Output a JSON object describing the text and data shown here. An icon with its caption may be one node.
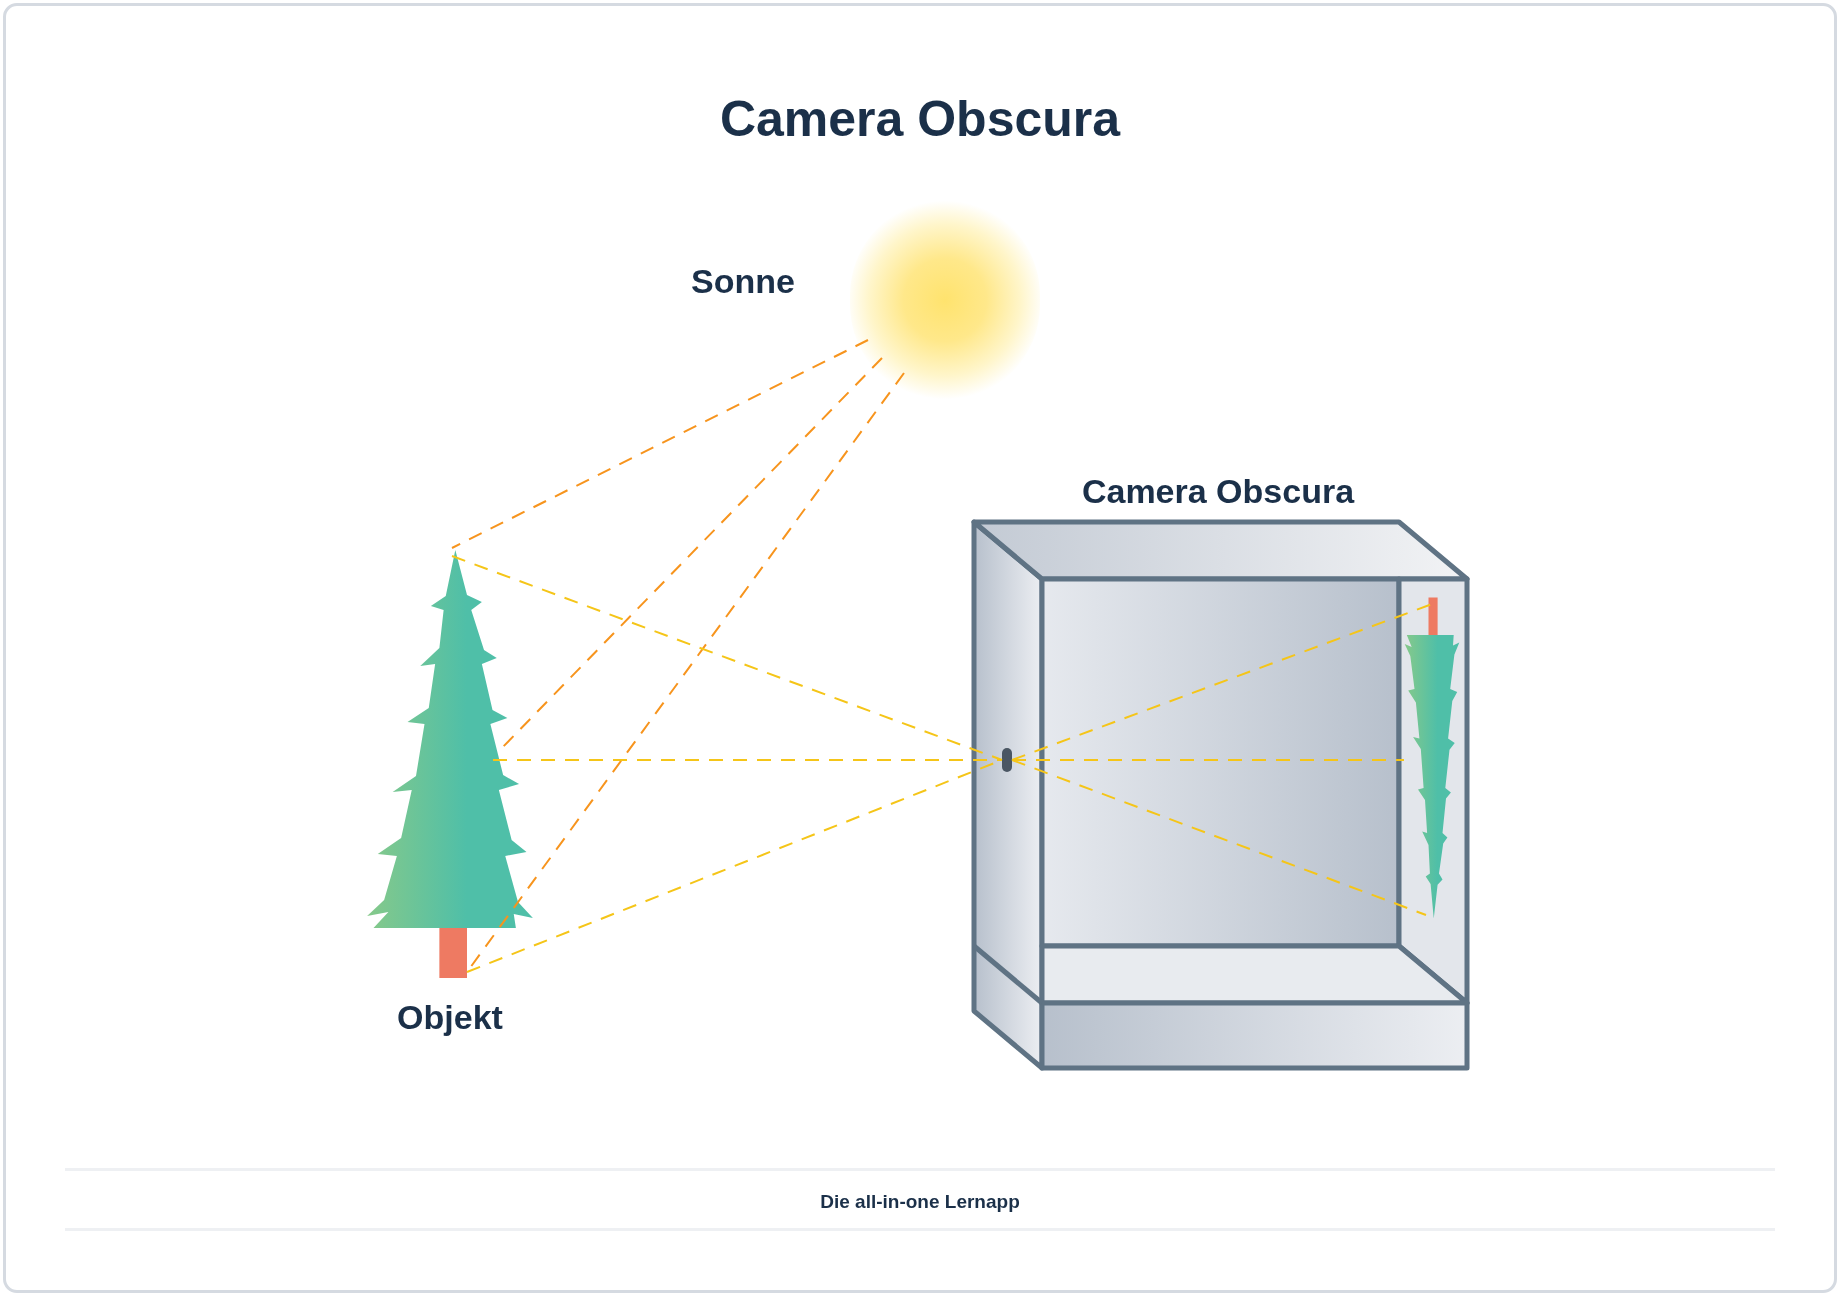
{
  "diagram": {
    "title": "Camera Obscura",
    "nodes": [
      {
        "text": [
          "Sonne"
        ]
      },
      {
        "text": [
          "Objekt"
        ]
      },
      {
        "text": [
          "Camera Obscura"
        ]
      },
      {
        "text": [],
        "shape": "circle",
        "in": 2
      },
      {
        "text": [],
        "shape": "picture",
        "in": 2
      }
    ],
    "edges": [
      {
        "from": 0,
        "to": 1,
        "arrow": "none",
        "style": "dashed",
        "color": "#f7941d"
      },
      {
        "from": 0,
        "to": 1,
        "arrow": "none",
        "style": "dashed",
        "color": "#f7941d"
      },
      {
        "from": 0,
        "to": 1,
        "arrow": "none",
        "style": "dashed",
        "color": "#f7941d"
      },
      {
        "from": 1,
        "to": 3,
        "arrow": "none",
        "style": "dashed"
      },
      {
        "from": 1,
        "to": 3,
        "arrow": "none",
        "style": "dashed"
      },
      {
        "from": 1,
        "to": 3,
        "arrow": "none",
        "style": "dashed"
      },
      {
        "from": 3,
        "to": 4,
        "arrow": "none",
        "style": "dashed"
      },
      {
        "from": 3,
        "to": 4,
        "arrow": "none",
        "style": "dashed"
      },
      {
        "from": 3,
        "to": 4,
        "arrow": "none",
        "style": "dashed"
      }
    ],
    "labels": [
      "Die all-in-one Lernapp"
    ]
  }
}
